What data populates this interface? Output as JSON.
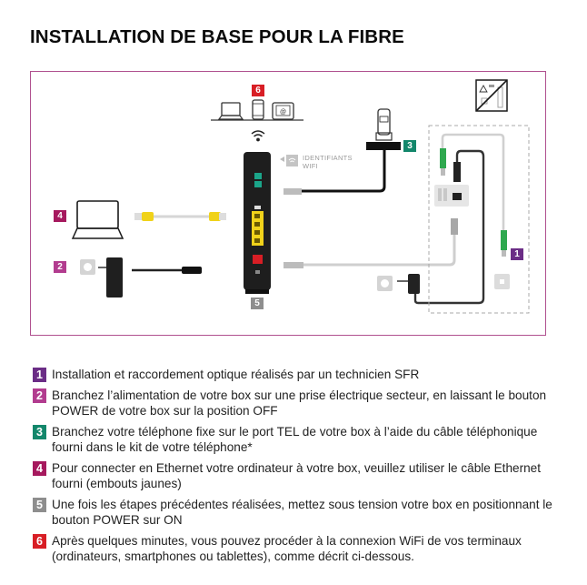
{
  "title": "INSTALLATION DE BASE POUR LA FIBRE",
  "colors": {
    "frame_border": "#b0508f",
    "step1": "#6b2d86",
    "step2": "#b23c8f",
    "step3": "#13876b",
    "step4": "#a6195e",
    "step5": "#8e8e8e",
    "step6": "#d81e25",
    "ethernet_yellow": "#f0d21a",
    "fiber_green": "#2fa84f",
    "box_black": "#1e1e1e"
  },
  "diagram": {
    "badges": {
      "b1": "1",
      "b2": "2",
      "b3": "3",
      "b4": "4",
      "b5": "5",
      "b6": "6"
    },
    "wifi_label_line1": "IDENTIFIANTS",
    "wifi_label_line2": "WIFI",
    "icons": {
      "laptop": "laptop-icon",
      "smartphone": "smartphone-icon",
      "tablet": "tablet-icon",
      "wifi": "wifi-icon",
      "cordless_phone": "cordless-phone-icon",
      "power_outlet": "power-outlet-icon",
      "power_adapter": "power-adapter-icon",
      "box": "sfr-box-icon",
      "fiber_outlet": "fiber-outlet-icon",
      "ont": "optical-terminal-icon",
      "no_plug_warning": "warning-no-plug-icon"
    }
  },
  "steps": [
    {
      "num": "1",
      "color": "#6b2d86",
      "text": "Installation et raccordement optique réalisés par un technicien SFR"
    },
    {
      "num": "2",
      "color": "#b23c8f",
      "text": "Branchez l’alimentation de votre box sur une prise électrique secteur, en laissant le bouton POWER de votre box sur la position OFF"
    },
    {
      "num": "3",
      "color": "#13876b",
      "text": "Branchez votre téléphone fixe sur le port TEL de votre box à l’aide du câble téléphonique fourni dans le kit de votre téléphone*"
    },
    {
      "num": "4",
      "color": "#a6195e",
      "text": "Pour connecter en Ethernet votre ordinateur à votre box, veuillez utiliser le câble Ethernet fourni (embouts jaunes)"
    },
    {
      "num": "5",
      "color": "#8e8e8e",
      "text": "Une fois les étapes précédentes réalisées, mettez sous tension votre box en positionnant le bouton POWER sur ON"
    },
    {
      "num": "6",
      "color": "#d81e25",
      "text": "Après quelques minutes, vous pouvez procéder à la connexion WiFi de vos terminaux (ordinateurs, smartphones ou tablettes), comme décrit ci-dessous."
    }
  ]
}
